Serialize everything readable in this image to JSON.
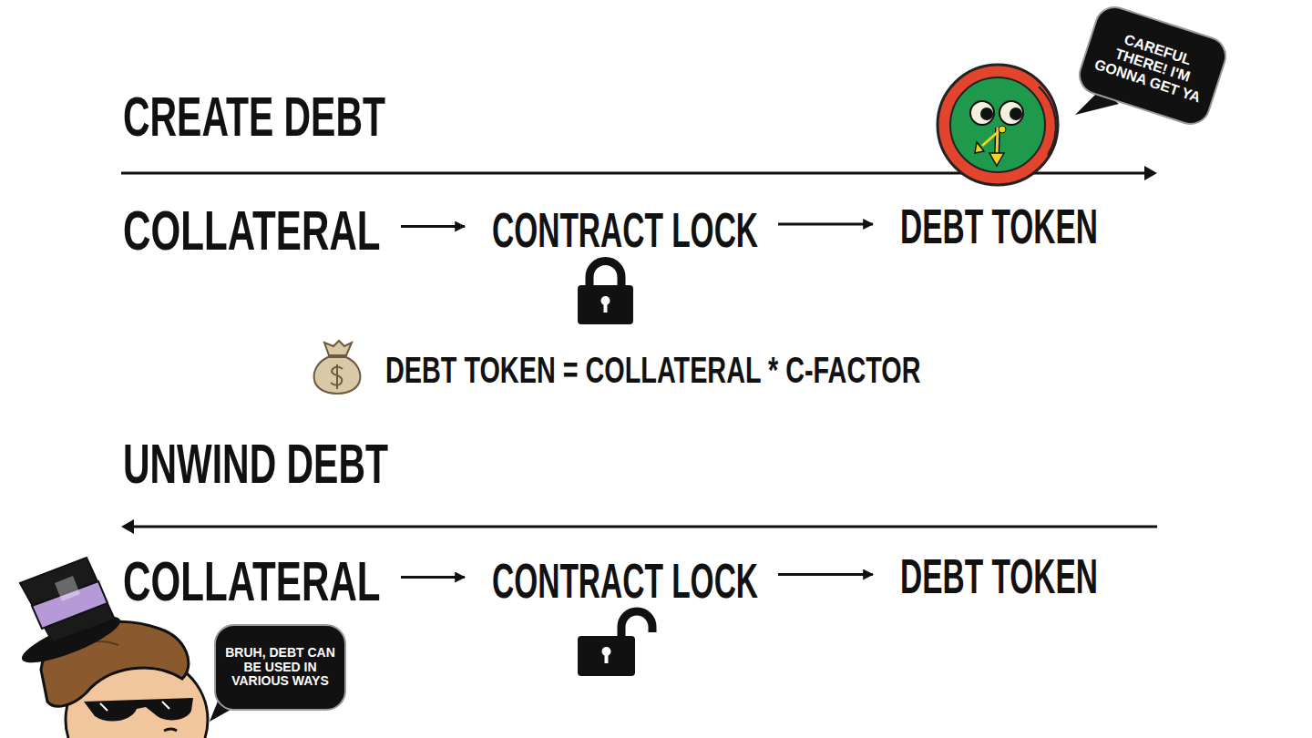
{
  "diagram": {
    "nodes": [
      {
        "text": [
          "CAREFUL THERE! I'M GONNA GET YA"
        ]
      },
      {
        "text": [
          "COLLATERAL"
        ]
      },
      {
        "text": [
          "CONTRACT LOCK"
        ]
      },
      {
        "text": [
          "DEBT TOKEN"
        ]
      },
      {
        "text": [
          "COLLATERAL"
        ]
      },
      {
        "text": [
          "CONTRACT LOCK"
        ]
      },
      {
        "text": [
          "DEBT TOKEN"
        ]
      },
      {
        "text": [
          "BRUH, DEBT CAN BE USED IN VARIOUS WAYS"
        ]
      }
    ],
    "edges": [
      {
        "from": 1,
        "to": 2,
        "arrow": "to"
      },
      {
        "from": 2,
        "to": 3,
        "arrow": "to"
      },
      {
        "from": 4,
        "to": 5,
        "arrow": "to"
      },
      {
        "from": 5,
        "to": 6,
        "arrow": "to"
      }
    ],
    "labels": [
      "CREATE DEBT",
      "DEBT TOKEN = COLLATERAL * C-FACTOR",
      "UNWIND DEBT"
    ]
  }
}
